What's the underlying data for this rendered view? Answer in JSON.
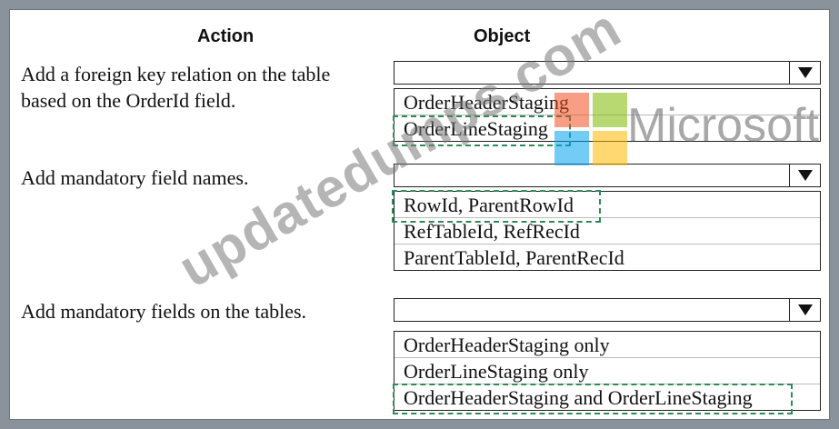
{
  "headers": {
    "action": "Action",
    "object": "Object"
  },
  "rows": [
    {
      "action": "Add a foreign key relation on the table based on the OrderId field.",
      "action_lines": [
        "Add a foreign key relation on the table",
        "based on the OrderId field."
      ],
      "options": [
        "OrderHeaderStaging",
        "OrderLineStaging"
      ],
      "selected": "OrderLineStaging"
    },
    {
      "action": "Add mandatory field names.",
      "action_lines": [
        "Add mandatory field names."
      ],
      "options": [
        "RowId, ParentRowId",
        "RefTableId, RefRecId",
        "ParentTableId, ParentRecId"
      ],
      "selected": "RowId, ParentRowId"
    },
    {
      "action": "Add mandatory fields on the tables.",
      "action_lines": [
        "Add mandatory fields on the tables."
      ],
      "options": [
        "OrderHeaderStaging only",
        "OrderLineStaging only",
        "OrderHeaderStaging and OrderLineStaging"
      ],
      "selected": "OrderHeaderStaging and OrderLineStaging"
    }
  ],
  "watermark": {
    "site": "updatedumps.com",
    "brand": "Microsoft"
  },
  "colors": {
    "selection": "#2e8b57",
    "logo": [
      "#f25022",
      "#7fba00",
      "#00a4ef",
      "#ffb900"
    ]
  },
  "icons": {
    "dropdown": "dropdown-arrow-icon"
  }
}
